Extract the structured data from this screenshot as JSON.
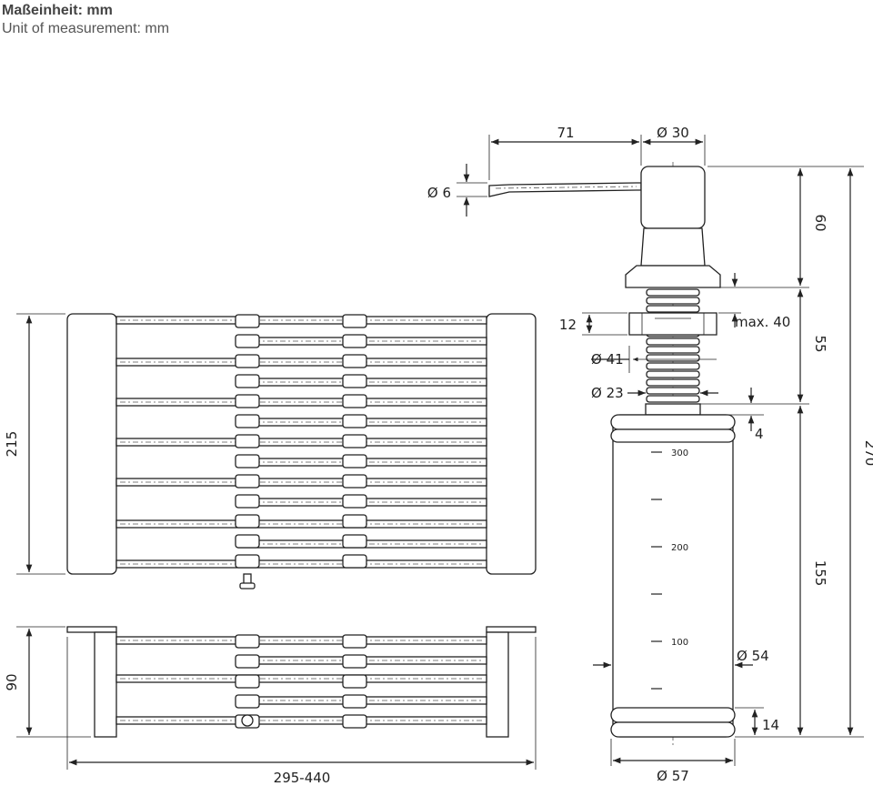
{
  "header": {
    "title_de": "Maßeinheit: mm",
    "title_en": "Unit of measurement: mm"
  },
  "rack_top": {
    "height_label": "215"
  },
  "rack_side": {
    "height_label": "90",
    "width_label": "295-440"
  },
  "dispenser": {
    "spout_length": "71",
    "head_diameter": "Ø 30",
    "spout_diameter": "Ø 6",
    "head_height": "60",
    "nut_height": "12",
    "max_label": "max. 40",
    "thread_length": "55",
    "nut_diameter": "Ø 41",
    "thread_diameter": "Ø 23",
    "gap": "4",
    "total_height": "270",
    "bottle_height": "155",
    "bottle_diameter": "Ø 54",
    "base_height": "14",
    "base_diameter": "Ø 57",
    "scale": [
      "300",
      "200",
      "100"
    ]
  }
}
